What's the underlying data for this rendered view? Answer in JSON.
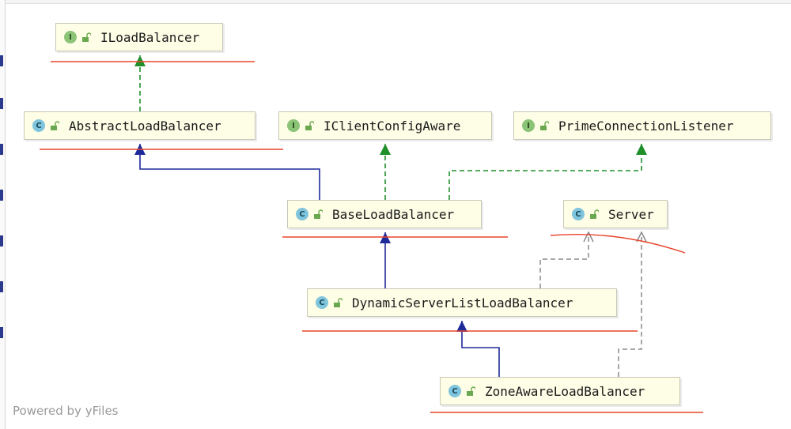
{
  "nodes": [
    {
      "id": "iloadbalancer",
      "kind": "interface",
      "badge": "I",
      "label": "ILoadBalancer"
    },
    {
      "id": "abstractloadbalancer",
      "kind": "class",
      "badge": "C",
      "label": "AbstractLoadBalancer"
    },
    {
      "id": "iclientconfigaware",
      "kind": "interface",
      "badge": "I",
      "label": "IClientConfigAware"
    },
    {
      "id": "primeconnectionlistener",
      "kind": "interface",
      "badge": "I",
      "label": "PrimeConnectionListener"
    },
    {
      "id": "baseloadbalancer",
      "kind": "class",
      "badge": "C",
      "label": "BaseLoadBalancer"
    },
    {
      "id": "server",
      "kind": "class",
      "badge": "C",
      "label": "Server"
    },
    {
      "id": "dynamicserverlistloadbalancer",
      "kind": "class",
      "badge": "C",
      "label": "DynamicServerListLoadBalancer"
    },
    {
      "id": "zoneawareloadbalancer",
      "kind": "class",
      "badge": "C",
      "label": "ZoneAwareLoadBalancer"
    }
  ],
  "edges": [
    {
      "from": "abstractloadbalancer",
      "to": "iloadbalancer",
      "type": "implements"
    },
    {
      "from": "baseloadbalancer",
      "to": "abstractloadbalancer",
      "type": "extends"
    },
    {
      "from": "baseloadbalancer",
      "to": "iclientconfigaware",
      "type": "implements"
    },
    {
      "from": "baseloadbalancer",
      "to": "primeconnectionlistener",
      "type": "implements"
    },
    {
      "from": "dynamicserverlistloadbalancer",
      "to": "baseloadbalancer",
      "type": "extends"
    },
    {
      "from": "dynamicserverlistloadbalancer",
      "to": "server",
      "type": "dependency"
    },
    {
      "from": "zoneawareloadbalancer",
      "to": "dynamicserverlistloadbalancer",
      "type": "extends"
    },
    {
      "from": "zoneawareloadbalancer",
      "to": "server",
      "type": "dependency"
    }
  ],
  "colors": {
    "extends": "#1f2a9a",
    "implements": "#1f8f2a",
    "dependency": "#8a8a8a",
    "annotation": "#e8452c",
    "node_fill": "#fefde6"
  },
  "footer": {
    "text": "Powered by yFiles"
  }
}
